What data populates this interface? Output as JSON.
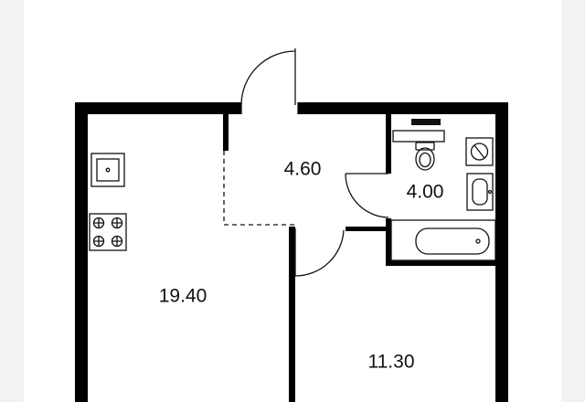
{
  "rooms": [
    {
      "id": "living-kitchen",
      "area": "19.40"
    },
    {
      "id": "hallway",
      "area": "4.60"
    },
    {
      "id": "bathroom",
      "area": "4.00"
    },
    {
      "id": "bedroom",
      "area": "11.30"
    }
  ],
  "colors": {
    "background": "#f2f2f2",
    "paper": "#ffffff",
    "wall": "#000000",
    "line": "#111111"
  }
}
